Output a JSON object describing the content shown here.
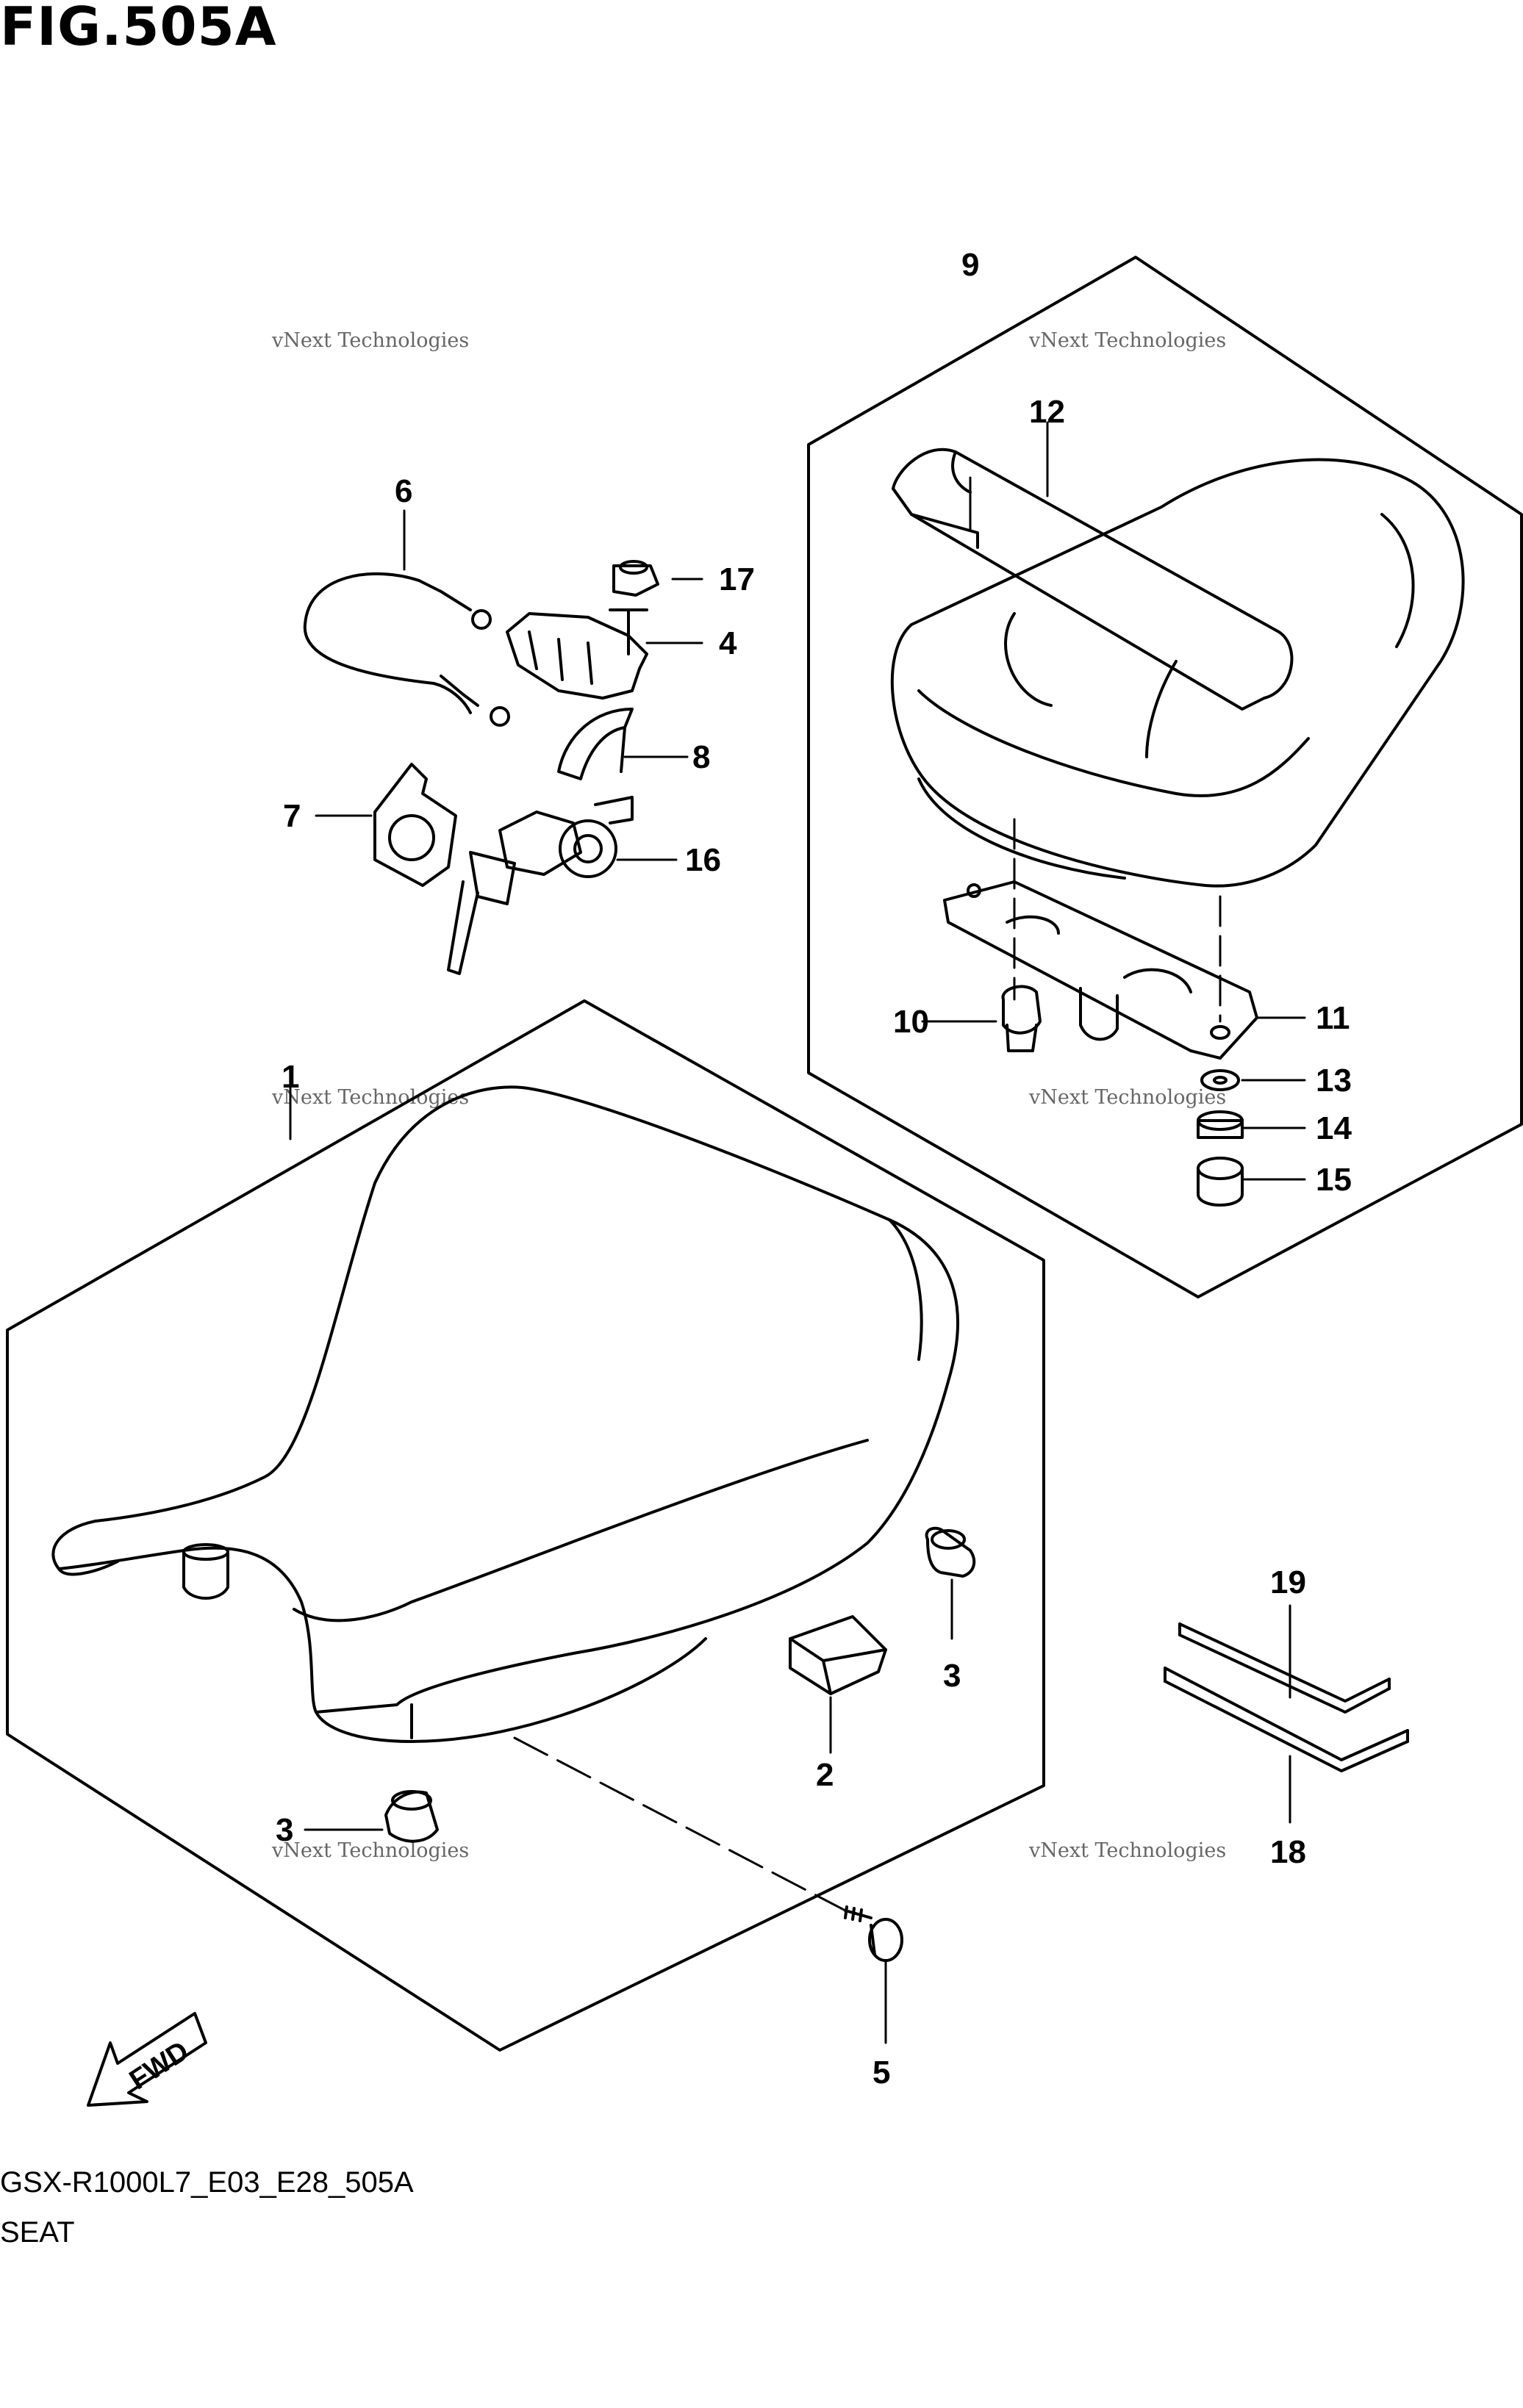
{
  "figure": {
    "title": "FIG.505A",
    "code": "GSX-R1000L7_E03_E28_505A",
    "name": "SEAT",
    "fwd": "FWD"
  },
  "watermark": {
    "line1": "vNext Technologies",
    "line2": "vNext Technologies"
  },
  "callouts": [
    "1",
    "2",
    "3",
    "3",
    "4",
    "5",
    "6",
    "7",
    "8",
    "9",
    "10",
    "11",
    "12",
    "13",
    "14",
    "15",
    "16",
    "17",
    "18",
    "19"
  ]
}
